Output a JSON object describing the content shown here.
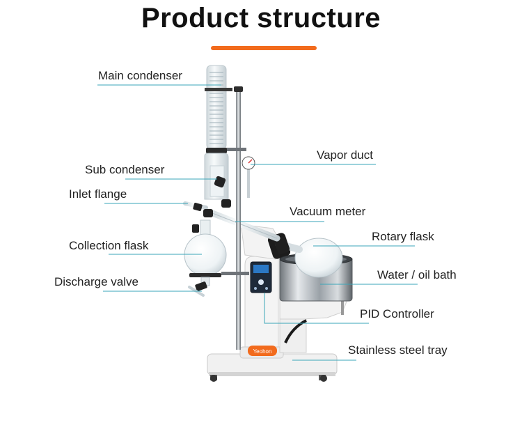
{
  "title": "Product structure",
  "brand": "Yeohon",
  "accent_color": "#f26b1d",
  "leader_color": "#3aa6b9",
  "labels": {
    "main_condenser": "Main condenser",
    "sub_condenser": "Sub condenser",
    "inlet_flange": "Inlet flange",
    "collection_flask": "Collection flask",
    "discharge_valve": "Discharge valve",
    "vapor_duct": "Vapor duct",
    "vacuum_meter": "Vacuum meter",
    "rotary_flask": "Rotary flask",
    "water_oil_bath": "Water / oil bath",
    "pid_controller": "PID Controller",
    "stainless_steel_tray": "Stainless steel tray"
  }
}
